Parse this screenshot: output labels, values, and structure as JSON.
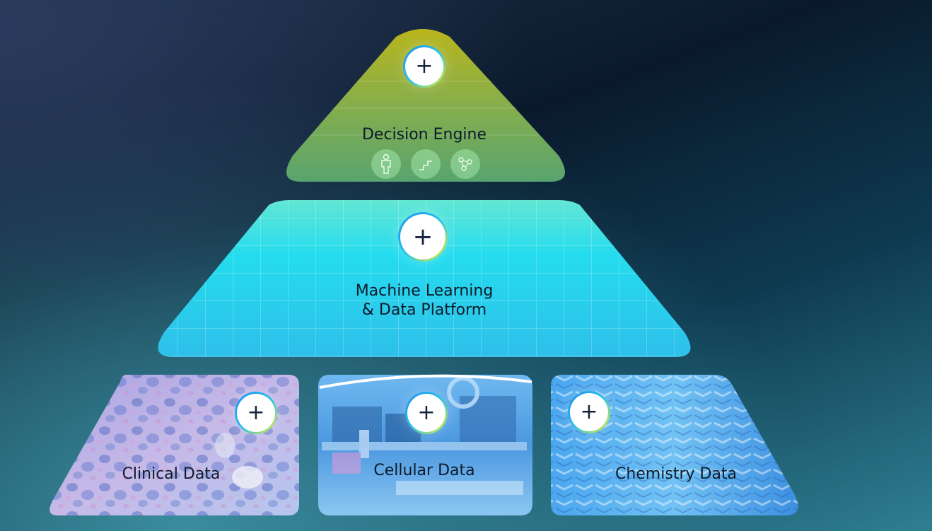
{
  "diagram": {
    "tiers": [
      {
        "id": "decision-engine",
        "label": "Decision Engine",
        "icons": [
          "person-icon",
          "stairs-icon",
          "molecule-icon"
        ]
      },
      {
        "id": "ml-platform",
        "label_line1": "Machine Learning",
        "label_line2": "& Data Platform"
      }
    ],
    "foundations": [
      {
        "id": "clinical",
        "label": "Clinical Data"
      },
      {
        "id": "cellular",
        "label": "Cellular Data"
      },
      {
        "id": "chemistry",
        "label": "Chemistry Data"
      }
    ],
    "expand_symbol": "+",
    "colors": {
      "decision_top": "#b5b21e",
      "decision_bottom": "#5ca86e",
      "ml_top": "#5de3d6",
      "ml_bottom": "#29bde8",
      "clinical": "#c9b8e6",
      "cellular": "#5aa8ee",
      "chemistry": "#5fb4f0"
    }
  }
}
